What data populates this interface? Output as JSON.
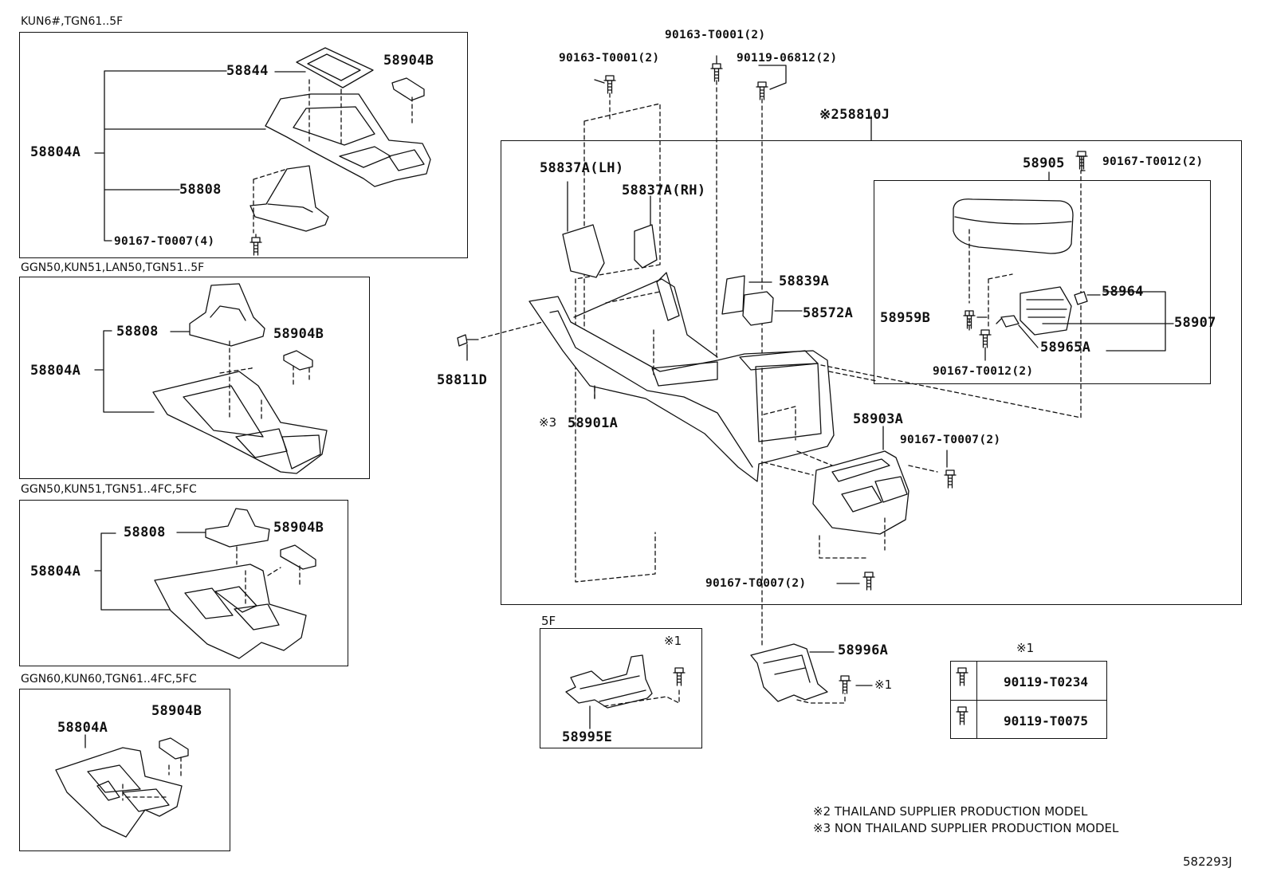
{
  "variant_headers": [
    "KUN6#,TGN61..5F",
    "GGN50,KUN51,LAN50,TGN51..5F",
    "GGN50,KUN51,TGN51..4FC,5FC",
    "GGN60,KUN60,TGN61..4FC,5FC"
  ],
  "panel1": {
    "p58844": "58844",
    "p58904b": "58904B",
    "p58804a": "58804A",
    "p58808": "58808",
    "p90167_t0007_4": "90167-T0007(4)"
  },
  "panel2": {
    "p58808": "58808",
    "p58904b": "58904B",
    "p58804a": "58804A"
  },
  "panel3": {
    "p58808": "58808",
    "p58904b": "58904B",
    "p58804a": "58804A"
  },
  "panel4": {
    "p58804a": "58804A",
    "p58904b": "58904B"
  },
  "main": {
    "top_90163_a": "90163-T0001(2)",
    "top_90163_b": "90163-T0001(2)",
    "top_90119": "90119-06812(2)",
    "assembly": "※258810J",
    "p58837a_lh": "58837A(LH)",
    "p58837a_rh": "58837A(RH)",
    "p58839a": "58839A",
    "p58572a": "58572A",
    "p58811d": "58811D",
    "p58901a_mark": "※3",
    "p58901a": "58901A",
    "p58903a": "58903A",
    "p90167_t0007_2a": "90167-T0007(2)",
    "p90167_t0007_2b": "90167-T0007(2)"
  },
  "armrest": {
    "p58905": "58905",
    "p90167_t0012_top": "90167-T0012(2)",
    "p58964": "58964",
    "p58959b": "58959B",
    "p58907": "58907",
    "p58965a": "58965A",
    "p90167_t0012_bot": "90167-T0012(2)"
  },
  "bracket5f": {
    "header": "5F",
    "mark1": "※1",
    "p58995e": "58995E"
  },
  "bracket2": {
    "p58996a": "58996A",
    "mark1": "※1"
  },
  "legend": {
    "title": "※1",
    "rows": [
      "90119-T0234",
      "90119-T0075"
    ]
  },
  "notes": [
    "※2 THAILAND SUPPLIER PRODUCTION MODEL",
    "※3 NON THAILAND SUPPLIER PRODUCTION MODEL"
  ],
  "diagram_id": "582293J"
}
